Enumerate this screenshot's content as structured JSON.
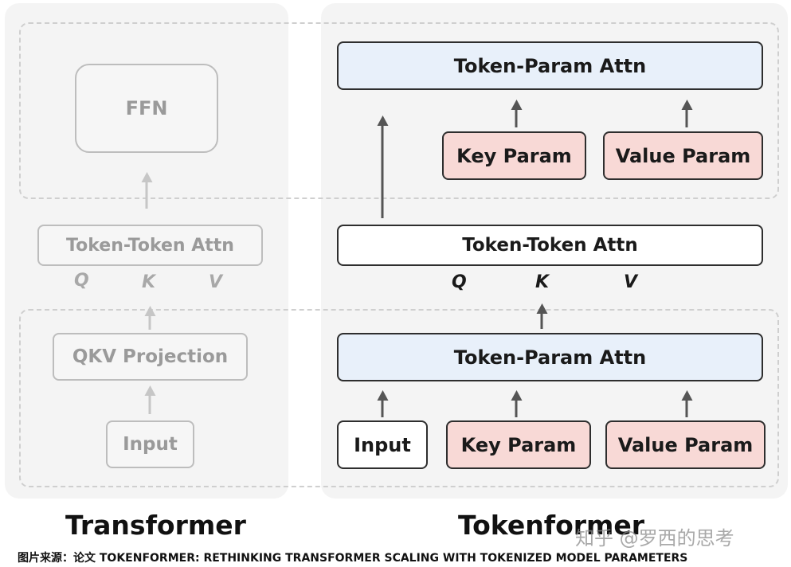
{
  "transformer": {
    "title": "Transformer",
    "ffn": "FFN",
    "token_token_attn": "Token-Token Attn",
    "q": "Q",
    "k": "K",
    "v": "V",
    "qkv_projection": "QKV Projection",
    "input": "Input"
  },
  "tokenformer": {
    "title": "Tokenformer",
    "top_token_param_attn": "Token-Param Attn",
    "top_key_param": "Key Param",
    "top_value_param": "Value Param",
    "token_token_attn": "Token-Token Attn",
    "q": "Q",
    "k": "K",
    "v": "V",
    "bottom_token_param_attn": "Token-Param Attn",
    "input": "Input",
    "bottom_key_param": "Key Param",
    "bottom_value_param": "Value Param"
  },
  "caption": "图片来源：论文 TOKENFORMER: RETHINKING TRANSFORMER SCALING WITH TOKENIZED MODEL PARAMETERS",
  "watermark": "知乎 @罗西的思考",
  "colors": {
    "param_box": "#f8d9d6",
    "attn_box": "#e8f0fa",
    "faded_border": "#bdbdbd",
    "panel_bg": "#f4f4f4"
  }
}
